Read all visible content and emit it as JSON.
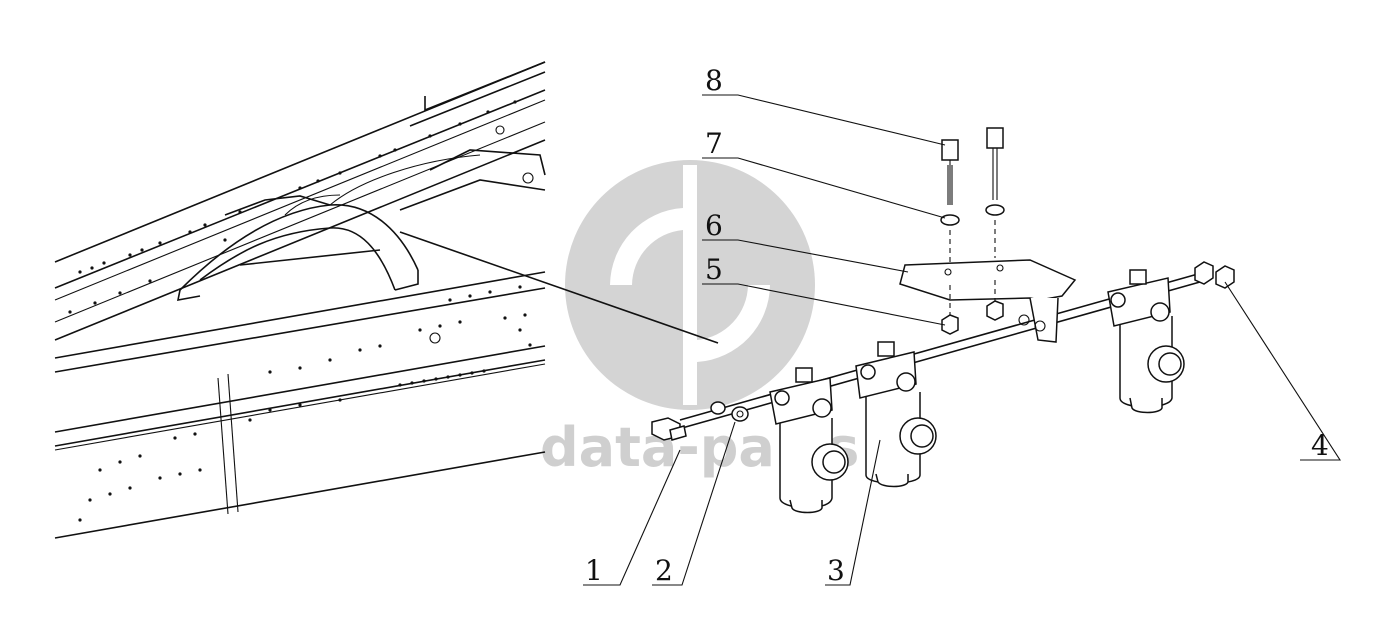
{
  "callouts": [
    {
      "id": "1",
      "label": "1"
    },
    {
      "id": "2",
      "label": "2"
    },
    {
      "id": "3",
      "label": "3"
    },
    {
      "id": "4",
      "label": "4"
    },
    {
      "id": "5",
      "label": "5"
    },
    {
      "id": "6",
      "label": "6"
    },
    {
      "id": "7",
      "label": "7"
    },
    {
      "id": "8",
      "label": "8"
    }
  ],
  "watermark": {
    "text": "data-parts",
    "color": "#cfcfcf"
  },
  "colors": {
    "line": "#111111",
    "background": "#ffffff"
  }
}
